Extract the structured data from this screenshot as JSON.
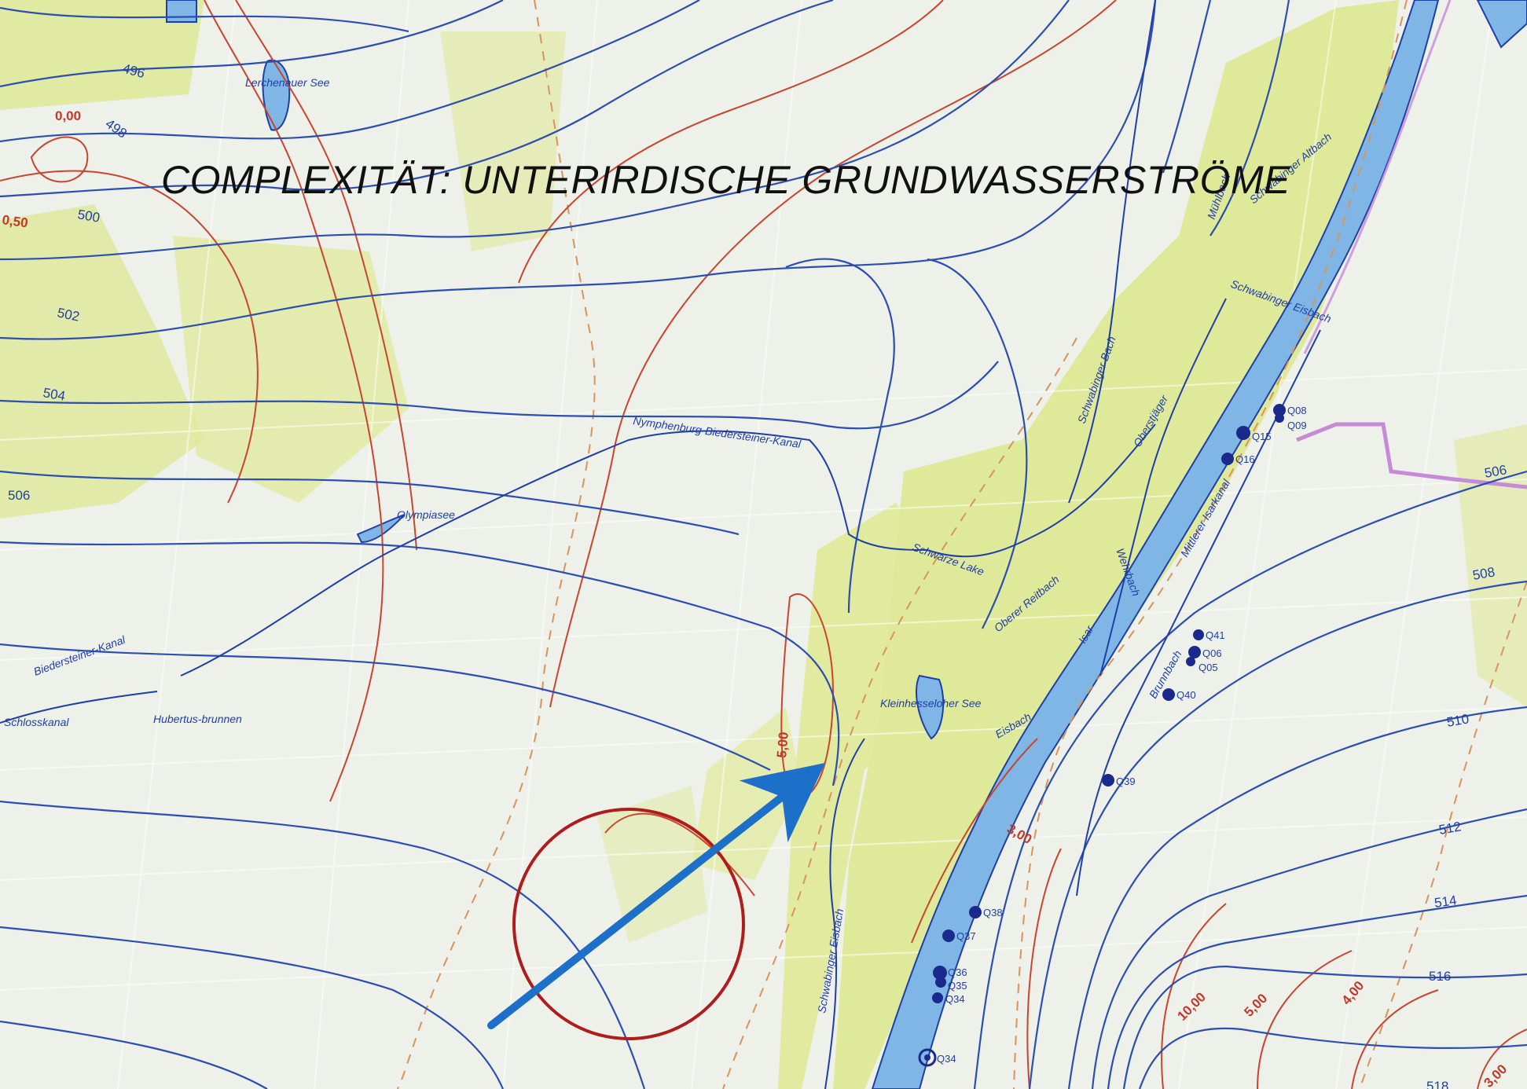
{
  "title": "COMPLEXITÄT: UNTERIRDISCHE GRUNDWASSERSTRÖME",
  "colors": {
    "background": "#eef0ea",
    "park": "#dfe99a",
    "water": "#7fb6e6",
    "water_outline": "#1f3fa8",
    "isoline_blue": "#2a4fb0",
    "isoline_red": "#c8452e",
    "triangle_line": "#d9945a",
    "highlight_circle": "#b01c1c",
    "arrow": "#1d70c9",
    "boundary": "#c58bd9"
  },
  "contour_labels": [
    "496",
    "498",
    "500",
    "502",
    "504",
    "506",
    "506",
    "508",
    "510",
    "512",
    "514",
    "516",
    "518"
  ],
  "difference_labels": [
    "0,00",
    "0,50",
    "5,00",
    "3,00",
    "10,00",
    "5,00",
    "4,00",
    "3,00"
  ],
  "water_labels": [
    "Lerchenauer See",
    "Olympiasee",
    "Nymphenburg-Biedersteiner-Kanal",
    "Biedersteiner-Kanal",
    "Schlosskanal",
    "Hubertus-brunnen",
    "Schwarze Lake",
    "Kleinhesseloher See",
    "Oberer Reitbach",
    "Eisbach",
    "Isar",
    "Brunnbach",
    "Mittlerer Isarkanal",
    "Schwabinger Bach",
    "Oberstjäger",
    "Wehrbach",
    "Mühlbach",
    "Schwabinger Altbach",
    "Schwabinger Eisbach",
    "Schwabinger Eisbach"
  ],
  "wells": [
    "Q08",
    "Q09",
    "Q15",
    "Q16",
    "Q41",
    "Q06",
    "Q05",
    "Q40",
    "Q39",
    "Q38",
    "Q37",
    "Q36",
    "Q35",
    "Q34",
    "Q34"
  ],
  "icons": {
    "well": "well-point-icon",
    "arrow": "flow-arrow-icon",
    "circle": "highlight-circle-icon"
  }
}
